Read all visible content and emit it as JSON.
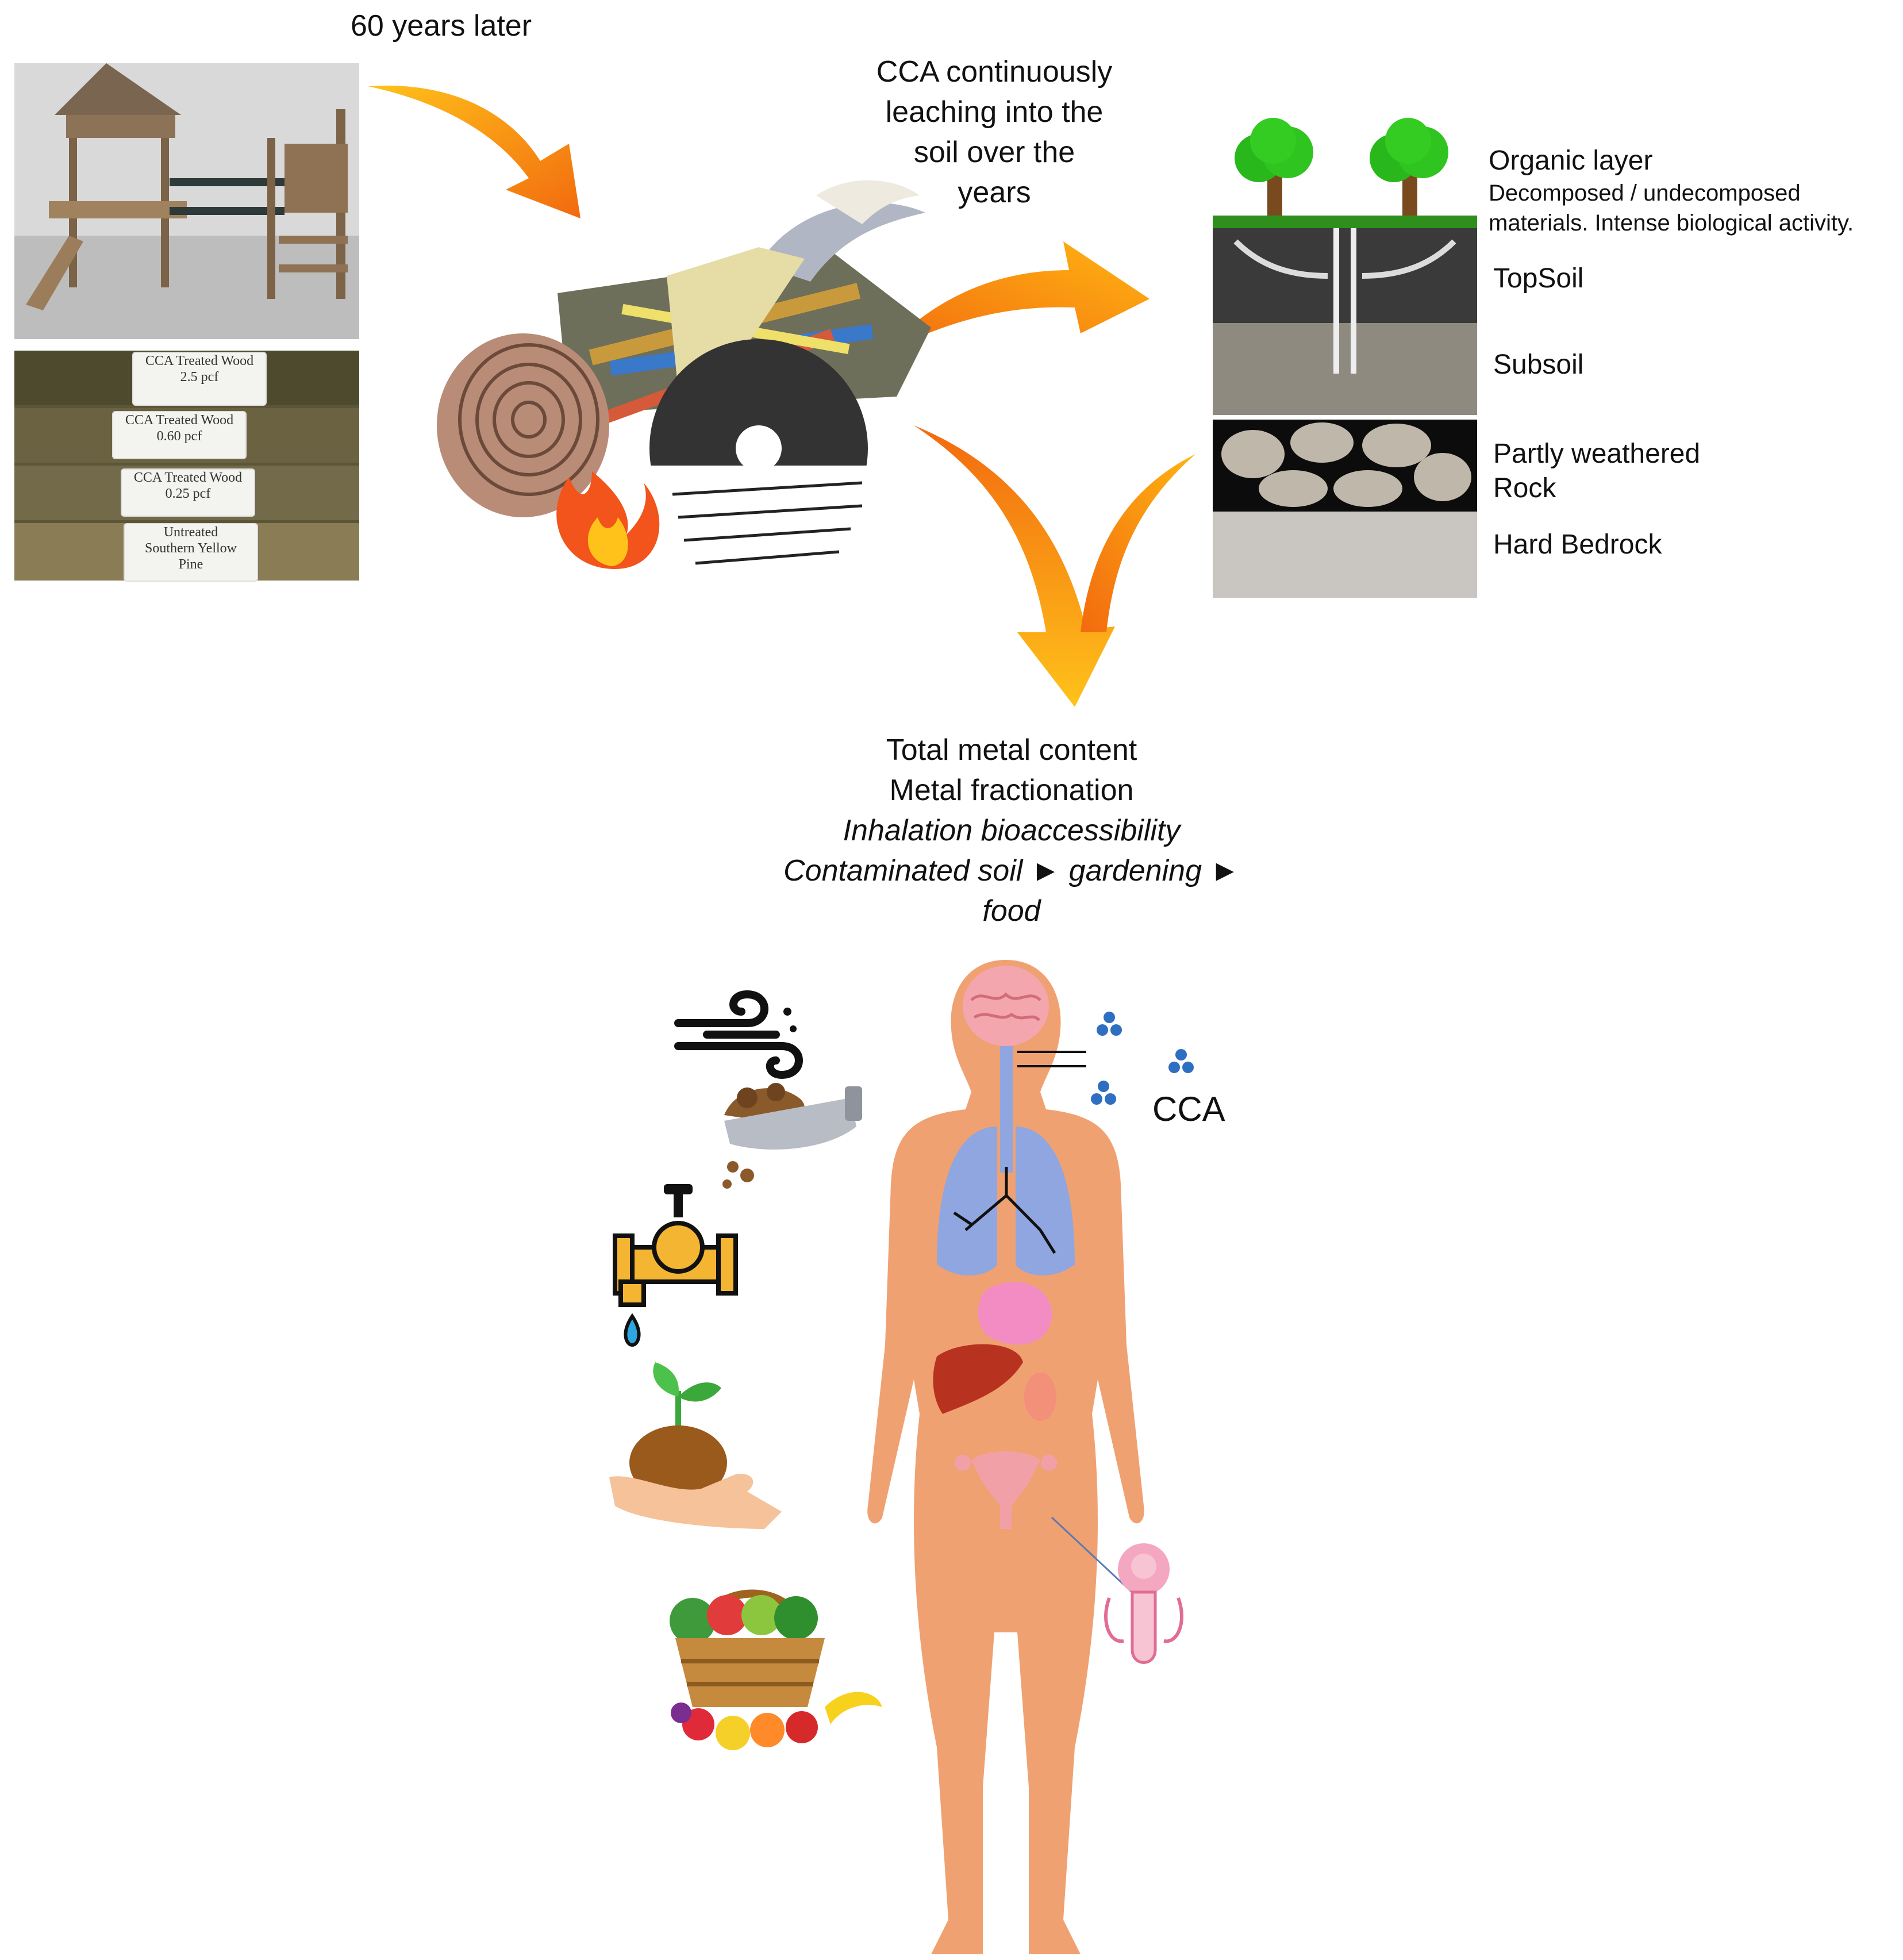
{
  "top_left": {
    "years_label": "60 years later",
    "wood_tags": [
      {
        "line1": "CCA Treated Wood",
        "line2": "2.5 pcf"
      },
      {
        "line1": "CCA Treated Wood",
        "line2": "0.60 pcf"
      },
      {
        "line1": "CCA Treated Wood",
        "line2": "0.25 pcf"
      },
      {
        "line1": "Untreated",
        "line2": "Southern Yellow",
        "line3": "Pine"
      }
    ]
  },
  "leaching": {
    "line1": "CCA continuously",
    "line2": "leaching into the",
    "line3": "soil over the",
    "line4": "years"
  },
  "soil_profile": {
    "organic_title": "Organic layer",
    "organic_desc1": "Decomposed / undecomposed",
    "organic_desc2": "materials. Intense biological activity.",
    "topsoil": "TopSoil",
    "subsoil": "Subsoil",
    "rock1": "Partly weathered",
    "rock2": "Rock",
    "bedrock": "Hard Bedrock"
  },
  "analysis": {
    "line1": "Total metal content",
    "line2": "Metal fractionation",
    "line3": "Inhalation bioaccessibility",
    "line4": "Contaminated soil ► gardening ►",
    "line5": "food"
  },
  "body": {
    "cca_label": "CCA"
  },
  "colors": {
    "arrow_light": "#FFC21A",
    "arrow_dark": "#F26A0F",
    "skin": "#F0A172",
    "lungs": "#8FA6E0",
    "cca_dots": "#2E6FC2"
  }
}
